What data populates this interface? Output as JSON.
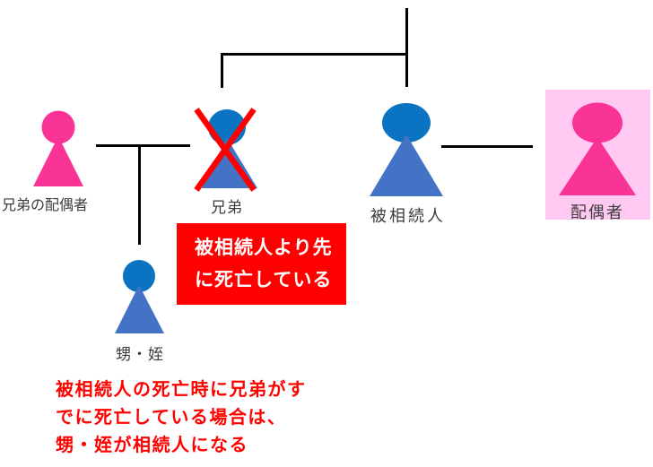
{
  "labels": {
    "sibling_spouse": "兄弟の配偶者",
    "sibling": "兄弟",
    "decedent": "被相続人",
    "spouse": "配偶者",
    "nephew_niece": "甥・姪"
  },
  "callout": {
    "line1": "被相続人より先",
    "line2": "に死亡している"
  },
  "note": {
    "line1": "被相続人の死亡時に兄弟がす",
    "line2": "でに死亡している場合は、",
    "line3": "甥・姪が相続人になる"
  },
  "colors": {
    "female_pink": "#fa3397",
    "spouse_highlight_pink": "#ffc9f2",
    "male_head_blue": "#0b74c2",
    "male_body_blue": "#4472c4",
    "deceased_x_red": "#ff0000",
    "callout_bg_red": "#ff0000",
    "callout_text_white": "#ffffff",
    "note_text_red": "#ff0000",
    "label_text": "#3b3b3b",
    "connector_black": "#000000",
    "background": "#ffffff"
  }
}
